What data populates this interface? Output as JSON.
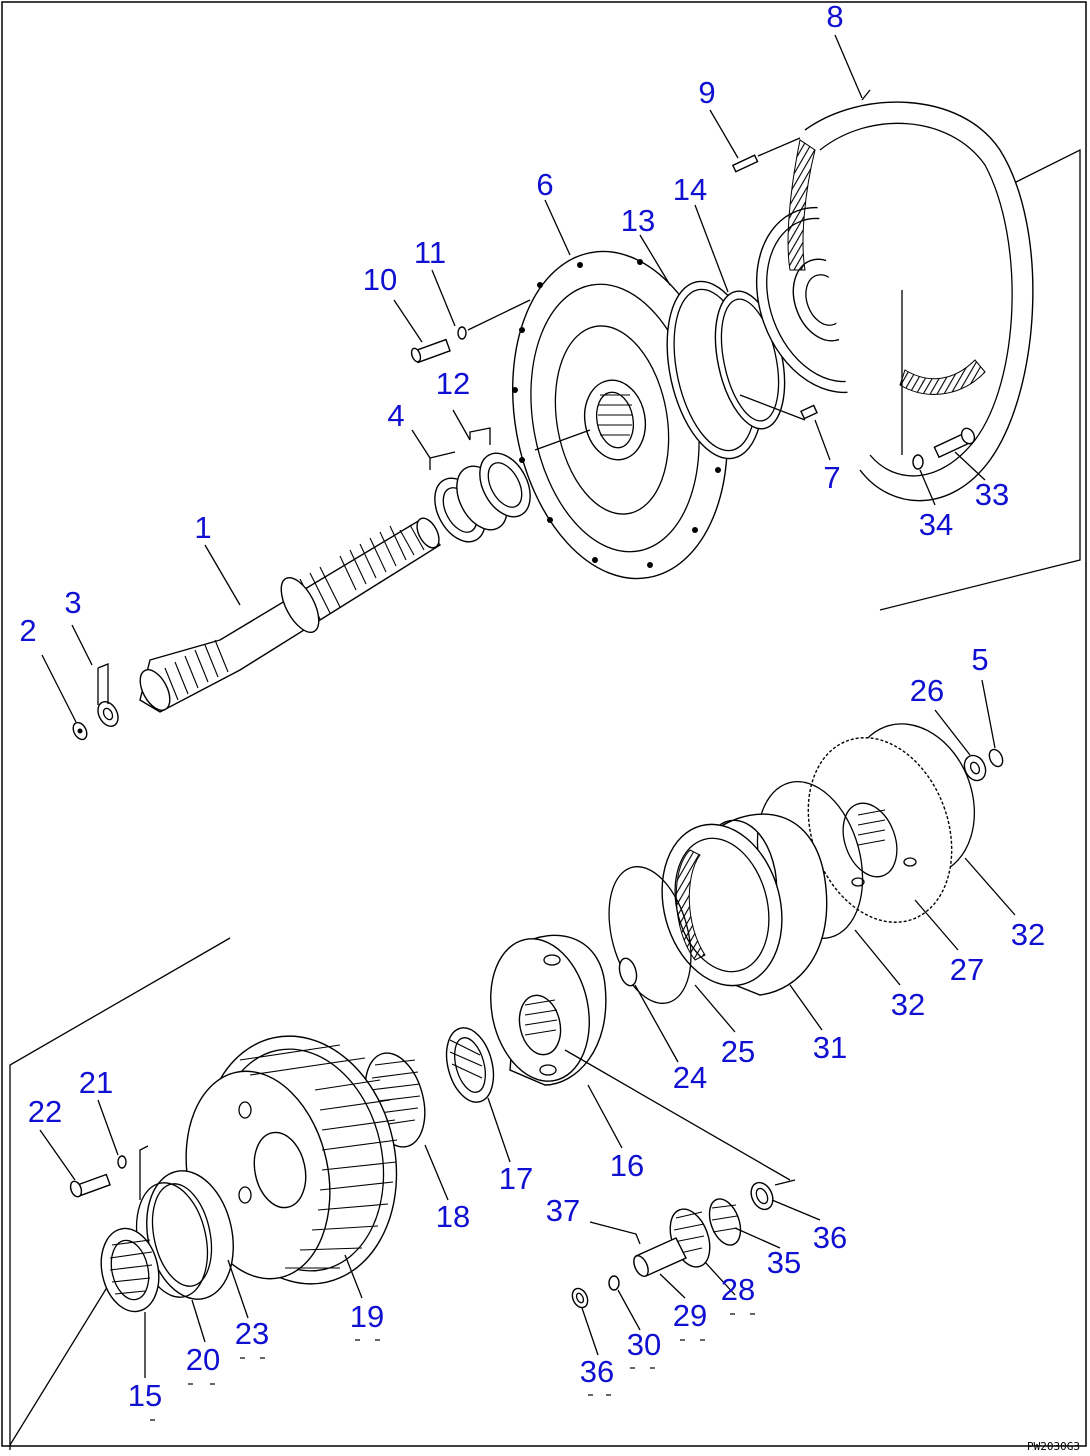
{
  "callouts": {
    "c1": "1",
    "c2": "2",
    "c3": "3",
    "c4": "4",
    "c5": "5",
    "c6": "6",
    "c7": "7",
    "c8": "8",
    "c9": "9",
    "c10": "10",
    "c11": "11",
    "c12": "12",
    "c13": "13",
    "c14": "14",
    "c15": "15",
    "c16": "16",
    "c17": "17",
    "c18": "18",
    "c19": "19",
    "c20": "20",
    "c21": "21",
    "c22": "22",
    "c23": "23",
    "c24": "24",
    "c25": "25",
    "c26": "26",
    "c27": "27",
    "c28": "28",
    "c29": "29",
    "c30": "30",
    "c31": "31",
    "c32a": "32",
    "c32b": "32",
    "c33": "33",
    "c34": "34",
    "c35": "35",
    "c36a": "36",
    "c36b": "36",
    "c37": "37"
  },
  "drawing_code": "PW2030G3",
  "colors": {
    "callout": "#1010d0",
    "line": "#000000",
    "background": "#ffffff"
  }
}
